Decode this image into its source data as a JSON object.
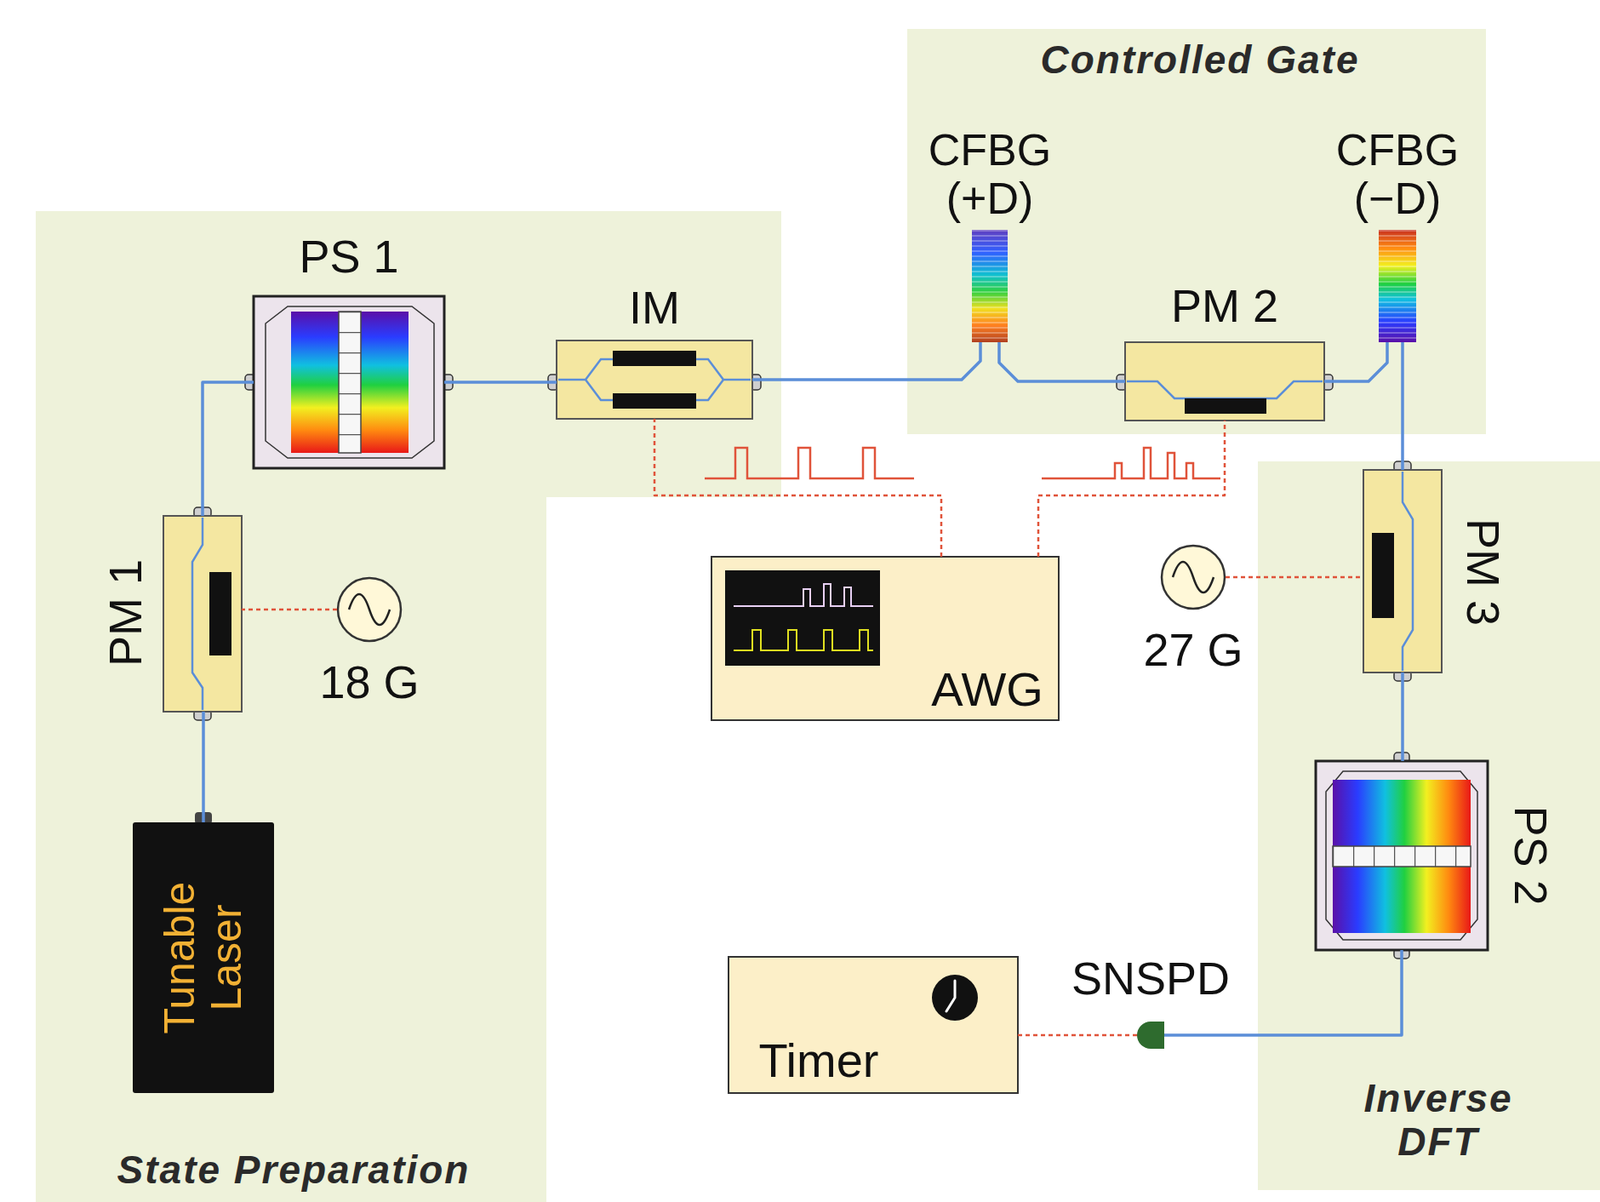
{
  "diagram": {
    "nodes": [
      {
        "text": [
          "State Preparation"
        ]
      },
      {
        "text": [
          "Tunable Laser"
        ],
        "in": 0
      },
      {
        "text": [
          "PM 1"
        ],
        "in": 0
      },
      {
        "text": [
          "18 G"
        ],
        "in": 0
      },
      {
        "text": [
          "PS 1"
        ],
        "in": 0
      },
      {
        "text": [
          "IM"
        ],
        "in": 0
      },
      {
        "text": [
          "Controlled Gate"
        ]
      },
      {
        "text": [
          "CFBG (+D)"
        ],
        "in": 6
      },
      {
        "text": [
          "PM 2"
        ],
        "in": 6
      },
      {
        "text": [
          "CFBG (−D)"
        ],
        "in": 6
      },
      {
        "text": [
          "AWG"
        ]
      },
      {
        "text": [
          "Inverse DFT"
        ]
      },
      {
        "text": [
          "PM 3"
        ],
        "in": 11
      },
      {
        "text": [
          "27 G"
        ]
      },
      {
        "text": [
          "PS 2"
        ],
        "in": 11
      },
      {
        "text": [
          "SNSPD"
        ]
      },
      {
        "text": [
          "Timer"
        ]
      }
    ],
    "edges": [
      {
        "from": 1,
        "to": 2,
        "arrow": "none"
      },
      {
        "from": 2,
        "to": 4,
        "arrow": "none"
      },
      {
        "from": 4,
        "to": 5,
        "arrow": "none"
      },
      {
        "from": 5,
        "to": 7,
        "arrow": "none"
      },
      {
        "from": 7,
        "to": 8,
        "arrow": "none"
      },
      {
        "from": 8,
        "to": 9,
        "arrow": "none"
      },
      {
        "from": 9,
        "to": 12,
        "arrow": "none"
      },
      {
        "from": 12,
        "to": 14,
        "arrow": "none"
      },
      {
        "from": 14,
        "to": 15,
        "arrow": "none"
      },
      {
        "from": 3,
        "to": 2,
        "arrow": "none"
      },
      {
        "from": 13,
        "to": 12,
        "arrow": "none"
      },
      {
        "from": 10,
        "to": 5,
        "arrow": "none"
      },
      {
        "from": 10,
        "to": 8,
        "arrow": "none"
      },
      {
        "from": 15,
        "to": 16,
        "arrow": "none"
      }
    ]
  }
}
